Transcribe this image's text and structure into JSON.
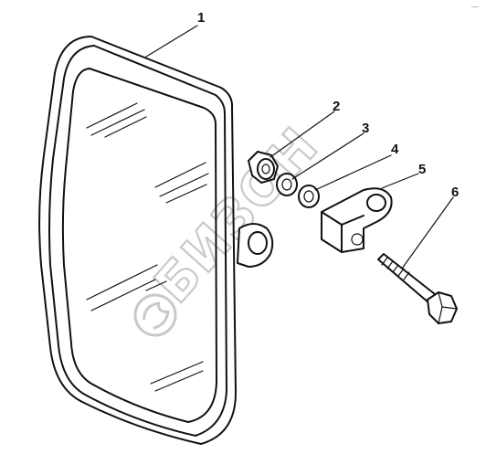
{
  "callouts": [
    {
      "id": "1",
      "label": "1"
    },
    {
      "id": "2",
      "label": "2"
    },
    {
      "id": "3",
      "label": "3"
    },
    {
      "id": "4",
      "label": "4"
    },
    {
      "id": "5",
      "label": "5"
    },
    {
      "id": "6",
      "label": "6"
    }
  ],
  "watermark": {
    "text": "БИЗОН"
  },
  "corner_mark": "—"
}
